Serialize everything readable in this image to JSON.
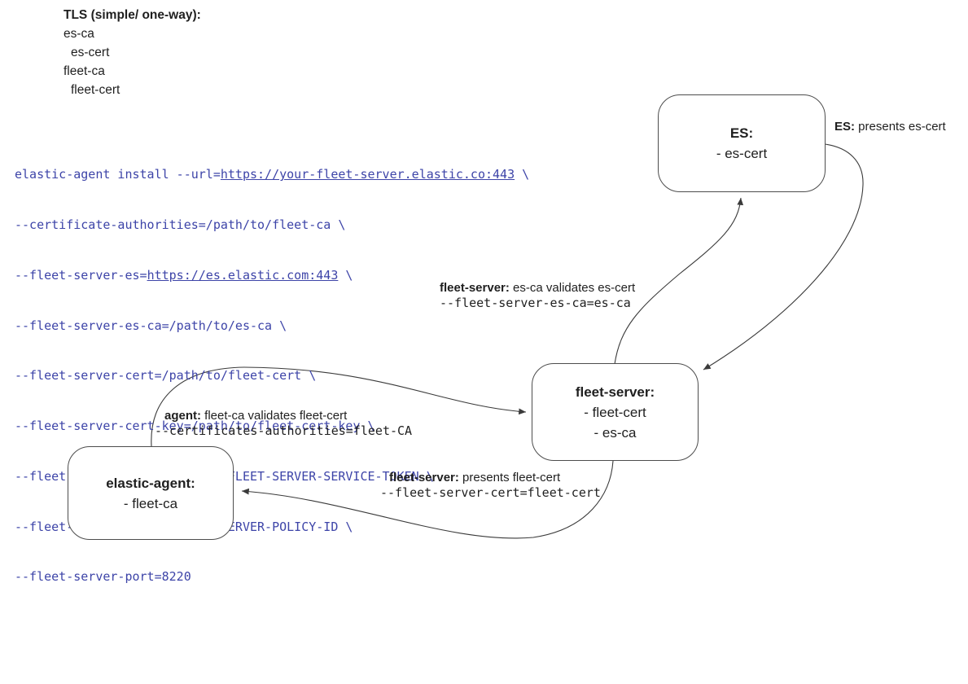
{
  "legend": {
    "title": "TLS (simple/ one-way):",
    "items": [
      "es-ca",
      "es-cert",
      "fleet-ca",
      "fleet-cert"
    ]
  },
  "command": {
    "lines": [
      {
        "pre": "elastic-agent install --url=",
        "link": "https://your-fleet-server.elastic.co:443",
        "post": " \\"
      },
      {
        "pre": "--certificate-authorities=/path/to/fleet-ca \\"
      },
      {
        "pre": "--fleet-server-es=",
        "link": "https://es.elastic.com:443",
        "post": " \\"
      },
      {
        "pre": "--fleet-server-es-ca=/path/to/es-ca \\"
      },
      {
        "pre": "--fleet-server-cert=/path/to/fleet-cert \\"
      },
      {
        "pre": "--fleet-server-cert-key=/path/to/fleet-cert-key \\"
      },
      {
        "pre": "--fleet-server-service-token=FLEET-SERVER-SERVICE-TOKEN \\"
      },
      {
        "pre": "--fleet-server-policy=FLEET-SERVER-POLICY-ID \\"
      },
      {
        "pre": "--fleet-server-port=8220"
      }
    ]
  },
  "nodes": {
    "es": {
      "title": "ES:",
      "line1": "- es-cert"
    },
    "fleet_server": {
      "title": "fleet-server:",
      "line1": "- fleet-cert",
      "line2": "- es-ca"
    },
    "elastic_agent": {
      "title": "elastic-agent:",
      "line1": "- fleet-ca"
    }
  },
  "edge_labels": {
    "es_presents": {
      "bold": "ES:",
      "text": " presents es-cert"
    },
    "fleet_validates_es": {
      "bold": "fleet-server:",
      "text": " es-ca validates es-cert",
      "code": "--fleet-server-es-ca=es-ca"
    },
    "agent_validates_fleet": {
      "bold": "agent:",
      "text": " fleet-ca validates fleet-cert",
      "code": "--certificates-authorities=fleet-CA"
    },
    "fleet_presents_cert": {
      "bold": "fleet-server:",
      "text": " presents fleet-cert",
      "code": "--fleet-server-cert=fleet-cert"
    }
  },
  "colors": {
    "background": "#ffffff",
    "text": "#1f1f1f",
    "code_text": "#3d44a8",
    "box_border": "#4d4d4d",
    "arrow": "#3a3a3a"
  }
}
